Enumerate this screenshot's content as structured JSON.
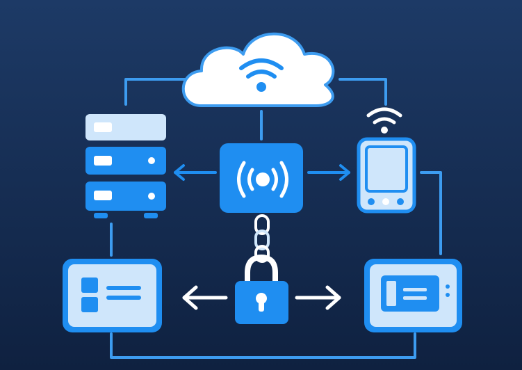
{
  "diagram": {
    "nodes": [
      {
        "id": "cloud",
        "icon": "cloud-wifi-icon"
      },
      {
        "id": "server-stack",
        "icon": "server-rack-icon"
      },
      {
        "id": "hub",
        "icon": "wireless-signal-icon"
      },
      {
        "id": "mobile",
        "icon": "smartphone-wifi-icon"
      },
      {
        "id": "panel-left",
        "icon": "dashboard-panel-icon"
      },
      {
        "id": "panel-right",
        "icon": "control-panel-icon"
      },
      {
        "id": "lock",
        "icon": "padlock-chain-icon"
      }
    ],
    "edges": [
      {
        "from": "cloud",
        "to": "server-stack"
      },
      {
        "from": "cloud",
        "to": "mobile"
      },
      {
        "from": "cloud",
        "to": "hub"
      },
      {
        "from": "hub",
        "to": "server-stack",
        "arrow": true
      },
      {
        "from": "hub",
        "to": "mobile",
        "arrow": true
      },
      {
        "from": "hub",
        "to": "lock",
        "style": "chain"
      },
      {
        "from": "lock",
        "to": "panel-left",
        "arrow": true
      },
      {
        "from": "lock",
        "to": "panel-right",
        "arrow": true
      },
      {
        "from": "server-stack",
        "to": "panel-left"
      },
      {
        "from": "mobile",
        "to": "panel-right"
      },
      {
        "from": "panel-left",
        "to": "panel-right"
      }
    ]
  },
  "colors": {
    "background_top": "#1d3a66",
    "background_bottom": "#0f2140",
    "primary_blue": "#1f8ef1",
    "light_blue": "#cfe6fb",
    "white": "#ffffff",
    "line_blue": "#3d9cf0"
  }
}
